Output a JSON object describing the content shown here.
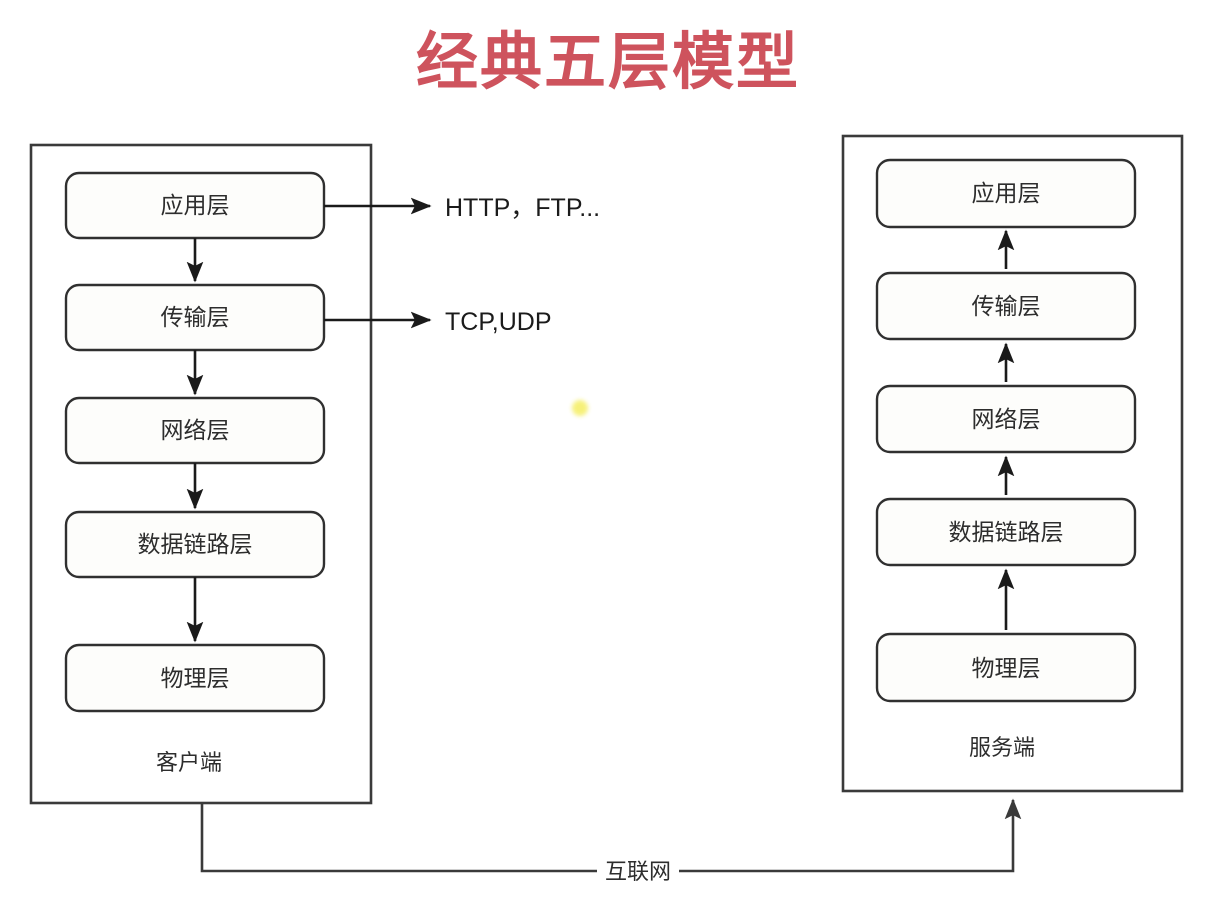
{
  "page": {
    "title": "经典五层模型",
    "title_color": "#ce535d",
    "background": "#ffffff",
    "line_color": "#1a1a1a",
    "box_border_color": "#303030",
    "text_color": "#2d2d2d",
    "cursor_highlight_color": "#f6f072"
  },
  "client_stack": {
    "container_label": "客户端",
    "flow_direction": "downward",
    "layers": [
      {
        "label": "应用层"
      },
      {
        "label": "传输层"
      },
      {
        "label": "网络层"
      },
      {
        "label": "数据链路层"
      },
      {
        "label": "物理层"
      }
    ]
  },
  "server_stack": {
    "container_label": "服务端",
    "flow_direction": "upward",
    "layers": [
      {
        "label": "应用层"
      },
      {
        "label": "传输层"
      },
      {
        "label": "网络层"
      },
      {
        "label": "数据链路层"
      },
      {
        "label": "物理层"
      }
    ]
  },
  "protocol_annotations": [
    {
      "from_layer": "应用层",
      "label": "HTTP，FTP..."
    },
    {
      "from_layer": "传输层",
      "label": "TCP,UDP"
    }
  ],
  "network_link": {
    "label": "互联网",
    "from": "客户端",
    "to": "服务端"
  }
}
